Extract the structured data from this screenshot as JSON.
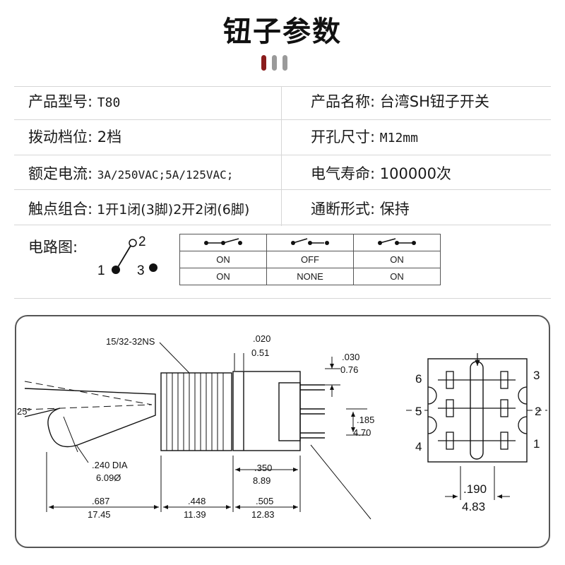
{
  "title": "钮子参数",
  "accent_colors": [
    "#8a1c1c",
    "#9a9a9a",
    "#9a9a9a"
  ],
  "params": {
    "model": {
      "label": "产品型号:",
      "value": "T80"
    },
    "name": {
      "label": "产品名称:",
      "value": "台湾SH钮子开关"
    },
    "positions": {
      "label": "拨动档位:",
      "value": "2档"
    },
    "hole_size": {
      "label": "开孔尺寸:",
      "value": "M12mm"
    },
    "rated_current": {
      "label": "额定电流:",
      "value": "3A/250VAC;5A/125VAC;"
    },
    "life": {
      "label": "电气寿命:",
      "value": "100000次"
    },
    "contacts": {
      "label": "触点组合:",
      "value": "1开1闭(3脚)2开2闭(6脚)"
    },
    "action": {
      "label": "通断形式:",
      "value": "保持"
    }
  },
  "circuit": {
    "label": "电路图:",
    "pin_labels": [
      "1",
      "2",
      "3"
    ],
    "rows": [
      [
        "ON",
        "OFF",
        "ON"
      ],
      [
        "ON",
        "NONE",
        "ON"
      ]
    ]
  },
  "drawing": {
    "thread": "15/32-32NS",
    "angle": "25°",
    "dims": {
      "d020_in": ".020",
      "d020_mm": "0.51",
      "d030_in": ".030",
      "d030_mm": "0.76",
      "d185_in": ".185",
      "d185_mm": "4.70",
      "d240_in": ".240 DIA",
      "d240_mm": "6.09Ø",
      "d350_in": ".350",
      "d350_mm": "8.89",
      "d687_in": ".687",
      "d687_mm": "17.45",
      "d448_in": ".448",
      "d448_mm": "11.39",
      "d505_in": ".505",
      "d505_mm": "12.83",
      "d190_in": ".190",
      "d190_mm": "4.83"
    },
    "pin_numbers": [
      "6",
      "5",
      "4",
      "3",
      "2",
      "1"
    ]
  }
}
